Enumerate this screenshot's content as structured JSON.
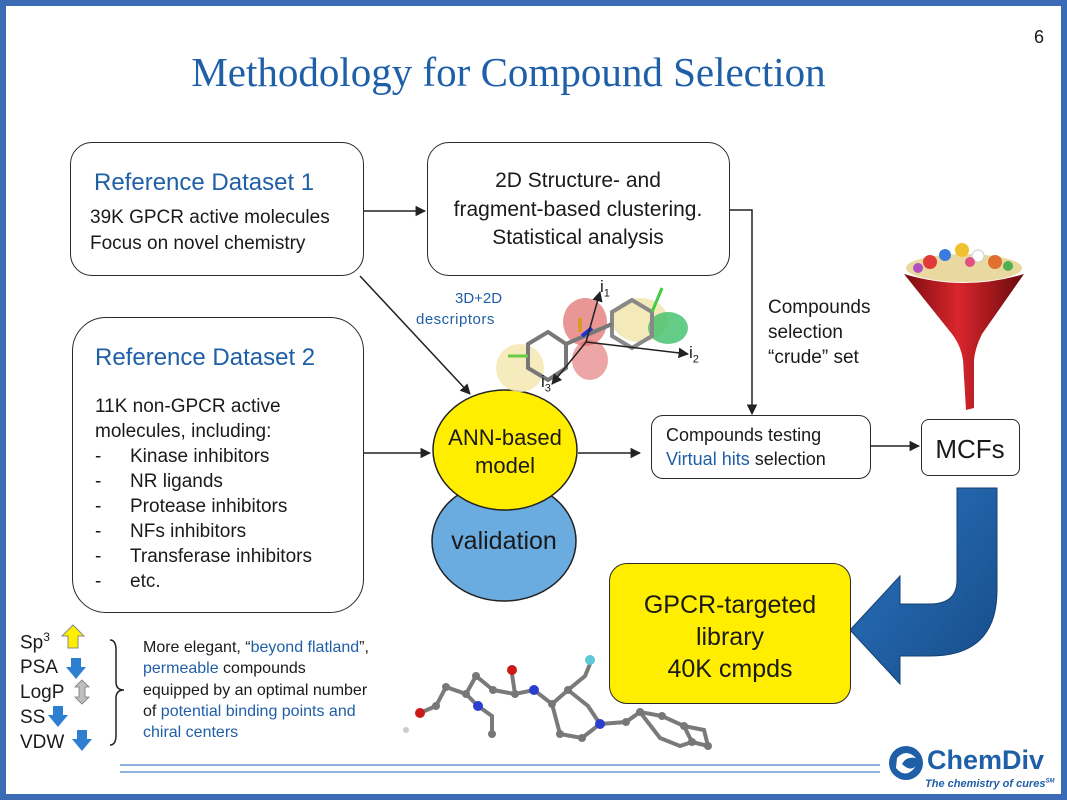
{
  "slide": {
    "page_number": "6",
    "title": "Methodology for Compound Selection"
  },
  "ref1": {
    "title": "Reference Dataset 1",
    "line1": "39K GPCR active molecules",
    "line2": "Focus on novel chemistry"
  },
  "clustering": {
    "line1": "2D Structure- and",
    "line2": "fragment-based clustering.",
    "line3": "Statistical analysis"
  },
  "ref2": {
    "title": "Reference Dataset 2",
    "intro1": "11K non-GPCR active",
    "intro2": "molecules, including:",
    "items": [
      "Kinase inhibitors",
      "NR ligands",
      "Protease inhibitors",
      "NFs inhibitors",
      "Transferase inhibitors",
      "etc."
    ],
    "bullet": "-"
  },
  "descriptors": {
    "line1": "3D+2D",
    "line2": "descriptors"
  },
  "axes": {
    "i1": "i",
    "i1_sub": "1",
    "i2": "i",
    "i2_sub": "2",
    "i3": "i",
    "i3_sub": "3"
  },
  "ann": {
    "line1": "ANN-based",
    "line2": "model"
  },
  "validation": "validation",
  "crude": {
    "line1": "Compounds",
    "line2": "selection",
    "line3": "“crude” set"
  },
  "testing": {
    "line1": "Compounds testing",
    "hits": "Virtual hits",
    "selection": " selection"
  },
  "mcfs": "MCFs",
  "library": {
    "line1": "GPCR-targeted",
    "line2": "library",
    "line3": "40K cmpds"
  },
  "props": {
    "sp": "Sp",
    "sp_sup": "3",
    "psa": "PSA",
    "logp": "LogP",
    "ss": "SS",
    "vdw": "VDW"
  },
  "note": {
    "l1a": "More elegant, “",
    "l1b": "beyond flatland",
    "l1c": "”,",
    "l2a": "permeable",
    "l2b": " compounds",
    "l3": "equipped by an optimal number",
    "l4a": "of ",
    "l4b": "potential binding points and",
    "l5": "chiral centers"
  },
  "logo": {
    "name": "ChemDiv",
    "tagline": "The chemistry of cures",
    "sm": "SM"
  },
  "colors": {
    "accent_blue": "#1f5fa8",
    "yellow": "#ffee00",
    "ellipse_blue": "#6aabe0",
    "arrow_blue": "#1e5c9e",
    "funnel_red": "#b3151b"
  }
}
